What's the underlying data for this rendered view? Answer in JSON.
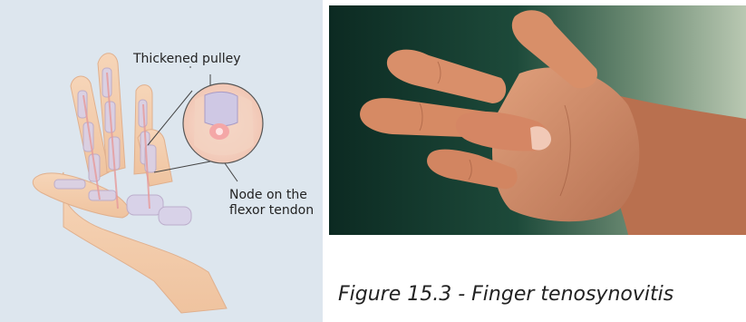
{
  "illustration": {
    "label_pulley": "Thickened pulley",
    "label_node_line1": "Node on the",
    "label_node_line2": "flexor tendon"
  },
  "photo": {
    "subject": "hand-with-trigger-finger"
  },
  "caption": "Figure 15.3 - Finger tenosynovitis"
}
